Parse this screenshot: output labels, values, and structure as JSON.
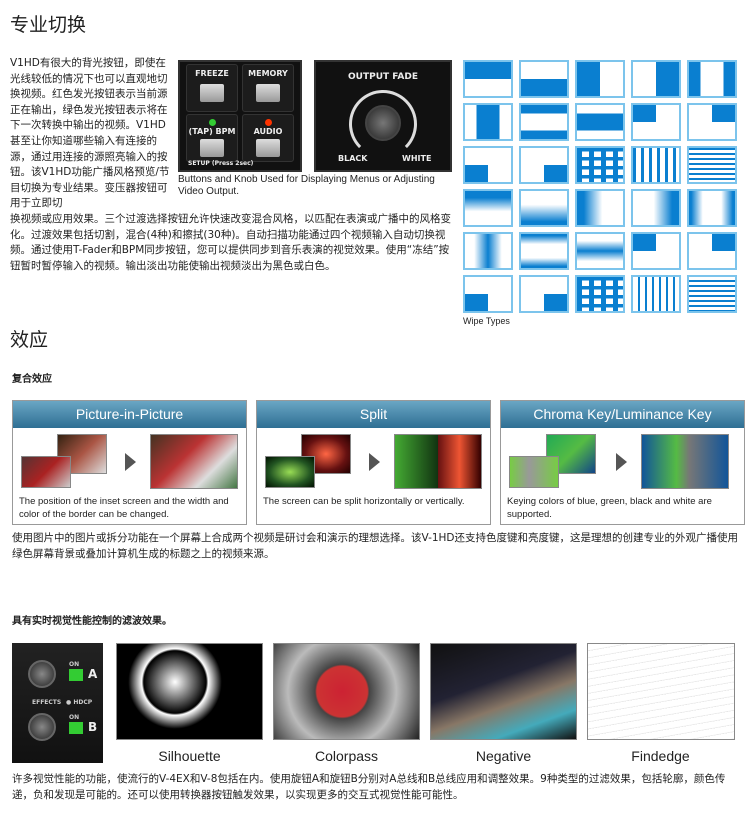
{
  "section1": {
    "title": "专业切换",
    "intro": "V1HD有很大的背光按钮，即使在光线较低的情况下也可以直观地切换视频。红色发光按钮表示当前源正在输出，绿色发光按钮表示将在下一次转换中输出的视频。V1HD甚至让你知道哪些输入有连接的源，通过用连接的源照亮输入的按钮。该V1HD功能广播风格预览/节目切换为专业结果。变压器按钮可用于立即切",
    "body": "换视频或应用效果。三个过渡选择按钮允许快速改变混合风格，以匹配在表演或广播中的风格变化。过渡效果包括切割，混合(4种)和擦拭(30种)。自动扫描功能通过四个视频输入自动切换视频。通过使用T-Fader和BPM同步按钮，您可以提供同步到音乐表演的视觉效果。使用“冻结”按钮暂时暂停输入的视频。输出淡出功能使输出视频淡出为黑色或白色。",
    "panel": {
      "freeze": "FREEZE",
      "memory": "MEMORY",
      "bpm": "(TAP) BPM",
      "audio": "AUDIO",
      "setup": "SETUP (Press 2sec)"
    },
    "knob": {
      "title": "OUTPUT FADE",
      "black": "BLACK",
      "white": "WHITE"
    },
    "caption": "Buttons and Knob Used for Displaying Menus or Adjusting Video Output.",
    "wipe_label": "Wipe Types",
    "wipes": [
      "top",
      "bottom",
      "left",
      "right",
      "sides",
      "vcenter",
      "hbars",
      "hcenter",
      "tl",
      "tr",
      "bl",
      "br",
      "grid",
      "vstripes",
      "hstripes",
      "ftop",
      "fbottom",
      "fleft",
      "fright",
      "fsides",
      "fvcenter",
      "fhedges",
      "fhcenter",
      "tl",
      "tr",
      "bl",
      "br",
      "grid",
      "vstripes2",
      "hstripes2"
    ]
  },
  "section2": {
    "title": "效应",
    "subtitle": "复合效应",
    "boxes": [
      {
        "title": "Picture-in-Picture",
        "desc": "The position of the inset screen and the width and color of the border can be changed."
      },
      {
        "title": "Split",
        "desc": "The screen can be split horizontally or vertically."
      },
      {
        "title": "Chroma Key/Luminance Key",
        "desc": "Keying colors of blue, green, black and white are supported."
      }
    ],
    "body": "使用图片中的图片或拆分功能在一个屏幕上合成两个视频是研讨会和演示的理想选择。该V-1HD还支持色度键和亮度键，这是理想的创建专业的外观广播使用绿色屏幕背景或叠加计算机生成的标题之上的视频来源。"
  },
  "section3": {
    "subtitle": "具有实时视觉性能控制的滤波效果。",
    "panel": {
      "effects": "EFFECTS",
      "hdcp": "● HDCP",
      "on": "ON",
      "a": "A",
      "b": "B"
    },
    "filters": [
      "Silhouette",
      "Colorpass",
      "Negative",
      "Findedge"
    ],
    "body": "许多视觉性能的功能，使流行的V-4EX和V-8包括在内。使用旋钮A和旋钮B分别对A总线和B总线应用和调整效果。9种类型的过滤效果，包括轮廓，颜色传递，负和发现是可能的。还可以使用转换器按钮触发效果，以实现更多的交互式视觉性能可能性。"
  },
  "colors": {
    "wipe_blue": "#0a7fd0",
    "header_blue": "#2e6f93",
    "led_green": "#3c3",
    "led_red": "#f30"
  }
}
